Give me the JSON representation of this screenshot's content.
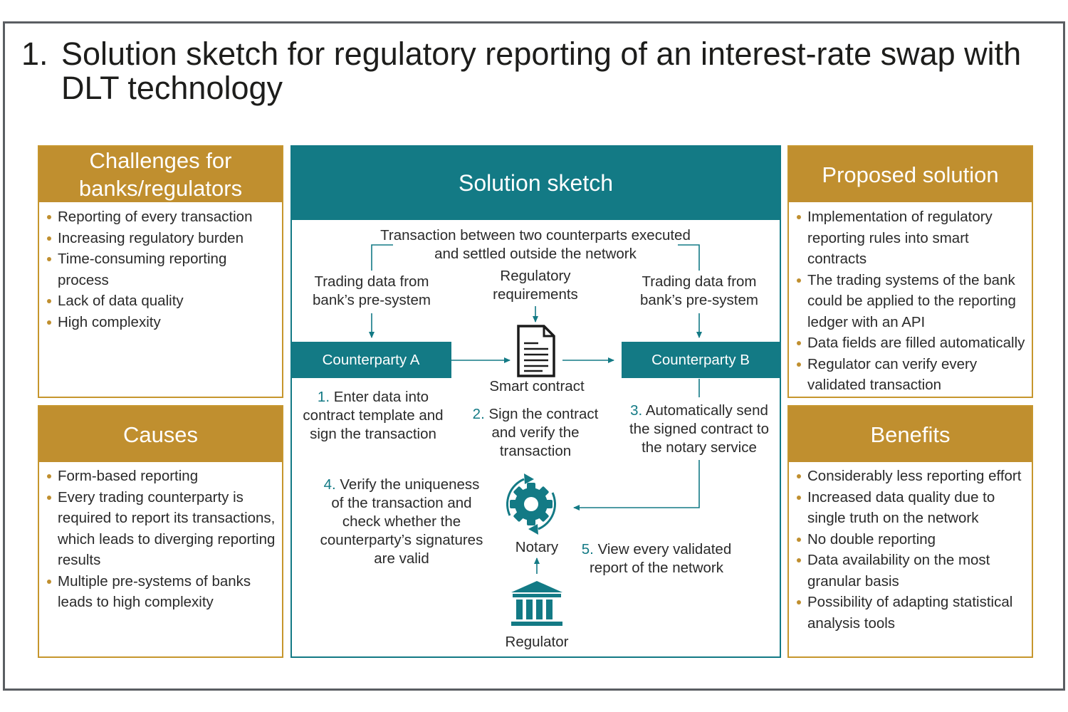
{
  "title": {
    "number": "1.",
    "text": "Solution sketch for regulatory reporting of an interest-rate swap with DLT technology"
  },
  "colors": {
    "gold": "#c08f2f",
    "teal": "#137a85",
    "frame": "#5a5e62"
  },
  "panels": {
    "challenges": {
      "heading": "Challenges for banks/regulators",
      "items": [
        "Reporting of every transaction",
        "Increasing regulatory burden",
        "Time-consuming reporting process",
        "Lack of data quality",
        "High complexity"
      ]
    },
    "causes": {
      "heading": "Causes",
      "items": [
        "Form-based reporting",
        "Every trading counterparty is required to report its transactions, which leads to diverging reporting results",
        "Multiple pre-systems of banks leads to high complexity"
      ]
    },
    "proposed": {
      "heading": "Proposed solution",
      "items": [
        "Implementation of regulatory reporting rules into smart contracts",
        "The trading systems of the bank could be applied to the reporting ledger with an API",
        "Data fields are filled automatically",
        "Regulator can verify every validated transaction"
      ]
    },
    "benefits": {
      "heading": "Benefits",
      "items": [
        "Considerably less reporting effort",
        "Increased data quality due to single truth on the network",
        "No double reporting",
        "Data availability on the most granular basis",
        "Possibility of adapting statistical analysis tools"
      ]
    }
  },
  "sketch": {
    "heading": "Solution sketch",
    "transaction_note": "Transaction between two counterparts executed and settled outside the network",
    "trading_data_a": "Trading data from bank’s pre-system",
    "trading_data_b": "Trading data from bank’s pre-system",
    "regulatory_requirements": "Regulatory requirements",
    "counterparty_a": "Counterparty A",
    "counterparty_b": "Counterparty B",
    "smart_contract": "Smart contract",
    "notary": "Notary",
    "regulator": "Regulator",
    "steps": [
      {
        "num": "1.",
        "text": "Enter data into contract template and sign the transaction"
      },
      {
        "num": "2.",
        "text": "Sign the contract and verify the transaction"
      },
      {
        "num": "3.",
        "text": "Automatically send the signed contract to the notary service"
      },
      {
        "num": "4.",
        "text": "Verify the uniqueness of the transaction and check whether the counterparty’s signatures are valid"
      },
      {
        "num": "5.",
        "text": "View every validated report of the network"
      }
    ],
    "icons": {
      "smart_contract": "document-icon",
      "notary": "gear-cycle-icon",
      "regulator": "bank-building-icon"
    }
  }
}
